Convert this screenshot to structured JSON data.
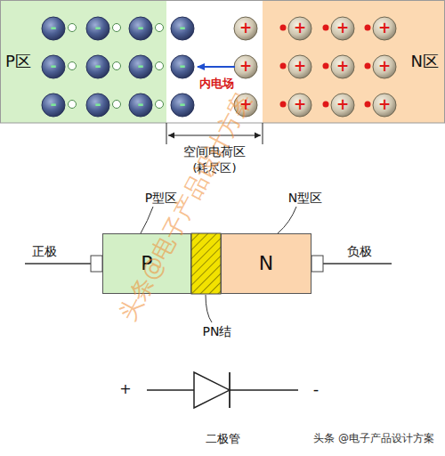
{
  "diagram": {
    "nodes": [
      {
        "text": [
          "P区"
        ]
      },
      {
        "text": [
          "N区"
        ]
      },
      {
        "text": [
          "P"
        ]
      },
      {
        "text": [
          "N"
        ]
      }
    ],
    "labels": [
      "内电场",
      "空间电荷区",
      "(耗尽区)",
      "P型区",
      "N型区",
      "正极",
      "负极",
      "PN结",
      "+",
      "-",
      "二极管",
      "头条@电子产品设计方案",
      "头条 @电子产品设计方案",
      "-",
      "-",
      "-",
      "-",
      "-",
      "-",
      "-",
      "-",
      "-",
      "-",
      "-",
      "-",
      "+",
      "+",
      "+",
      "+",
      "+",
      "+",
      "+",
      "+",
      "+",
      "+",
      "+",
      "+"
    ]
  }
}
